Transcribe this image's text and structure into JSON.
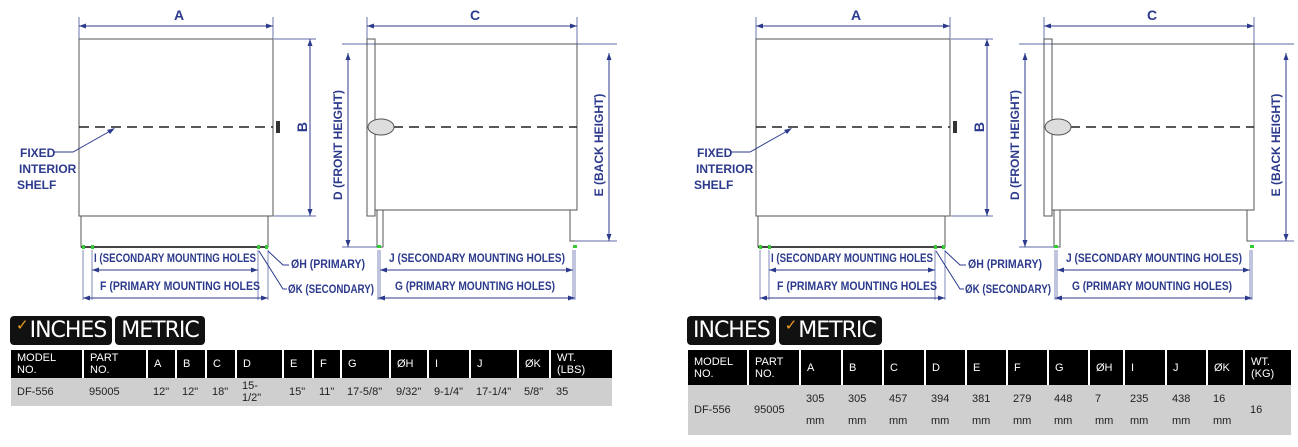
{
  "drawing": {
    "dim_a": "A",
    "dim_b": "B",
    "dim_c": "C",
    "dim_d": "D (FRONT HEIGHT)",
    "dim_e": "E (BACK HEIGHT)",
    "shelf_label": [
      "FIXED",
      "INTERIOR",
      "SHELF"
    ],
    "dim_i": "I (SECONDARY MOUNTING HOLES",
    "dim_f": "F (PRIMARY MOUNTING HOLES",
    "dim_j": "J (SECONDARY MOUNTING HOLES)",
    "dim_g": "G (PRIMARY MOUNTING HOLES)",
    "hole_h": "ØH (PRIMARY)",
    "hole_k": "ØK (SECONDARY)"
  },
  "colors": {
    "line": "#2c3a8c",
    "check": "#f0a020",
    "hole": "#33cc33"
  },
  "tabs": {
    "inches": "INCHES",
    "metric": "METRIC",
    "check_icon": "✓"
  },
  "inches_table": {
    "headers": [
      "MODEL NO.",
      "PART NO.",
      "A",
      "B",
      "C",
      "D",
      "E",
      "F",
      "G",
      "ØH",
      "I",
      "J",
      "ØK",
      "WT. (LBS)"
    ],
    "row": [
      "DF-556",
      "95005",
      "12\"",
      "12\"",
      "18\"",
      "15-1/2\"",
      "15\"",
      "11\"",
      "17-5/8\"",
      "9/32\"",
      "9-1/4\"",
      "17-1/4\"",
      "5/8\"",
      "35"
    ]
  },
  "metric_table": {
    "headers": [
      "MODEL NO.",
      "PART NO.",
      "A",
      "B",
      "C",
      "D",
      "E",
      "F",
      "G",
      "ØH",
      "I",
      "J",
      "ØK",
      "WT. (KG)"
    ],
    "row": [
      "DF-556",
      "95005",
      "305 mm",
      "305 mm",
      "457 mm",
      "394 mm",
      "381 mm",
      "279 mm",
      "448 mm",
      "7 mm",
      "235 mm",
      "438 mm",
      "16 mm",
      "16"
    ]
  }
}
